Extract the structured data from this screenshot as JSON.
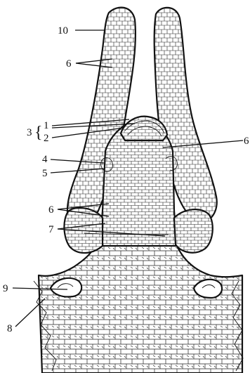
{
  "figure": {
    "labels": [
      {
        "id": "10",
        "text": "10"
      },
      {
        "id": "6a",
        "text": "6"
      },
      {
        "id": "3",
        "text": "3"
      },
      {
        "id": "brace",
        "text": "{"
      },
      {
        "id": "1",
        "text": "1"
      },
      {
        "id": "2",
        "text": "2"
      },
      {
        "id": "6b",
        "text": "6"
      },
      {
        "id": "4",
        "text": "4"
      },
      {
        "id": "5",
        "text": "5"
      },
      {
        "id": "6c",
        "text": "6"
      },
      {
        "id": "7",
        "text": "7"
      },
      {
        "id": "9",
        "text": "9"
      },
      {
        "id": "8",
        "text": "8"
      }
    ]
  }
}
